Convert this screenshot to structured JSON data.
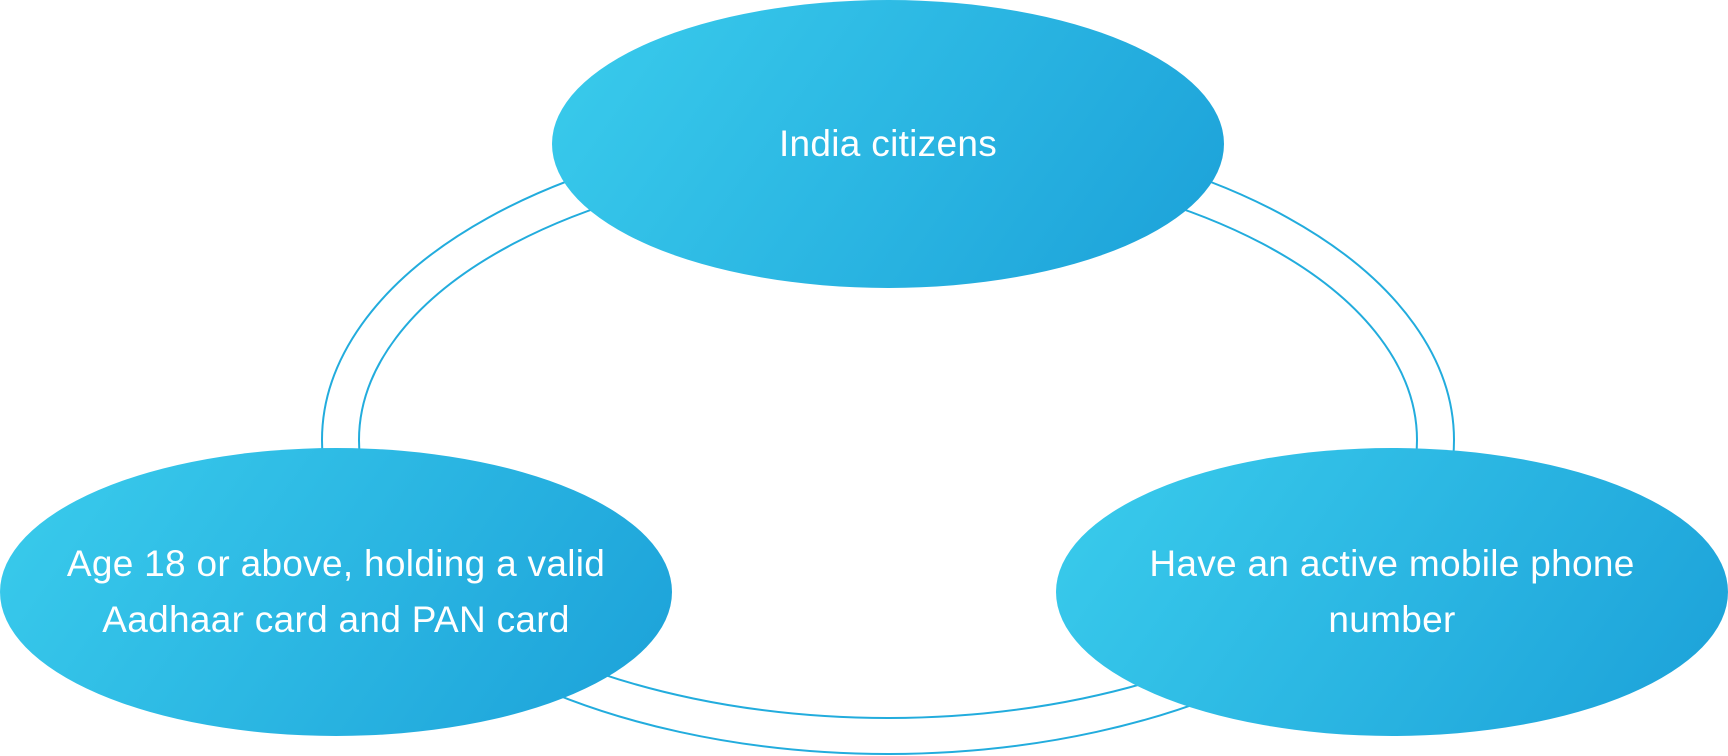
{
  "diagram": {
    "type": "cycle",
    "colors": {
      "node_gradient_start": "#38C9EB",
      "node_gradient_end": "#1EA4DA",
      "ring_stroke": "#22ACDD",
      "text": "#FFFFFF",
      "background": "#FFFFFF"
    },
    "nodes": [
      {
        "id": "top",
        "label": "India citizens"
      },
      {
        "id": "left",
        "label": "Age 18 or above, holding a valid Aadhaar card and PAN card"
      },
      {
        "id": "right",
        "label": "Have an active mobile phone number"
      }
    ]
  }
}
